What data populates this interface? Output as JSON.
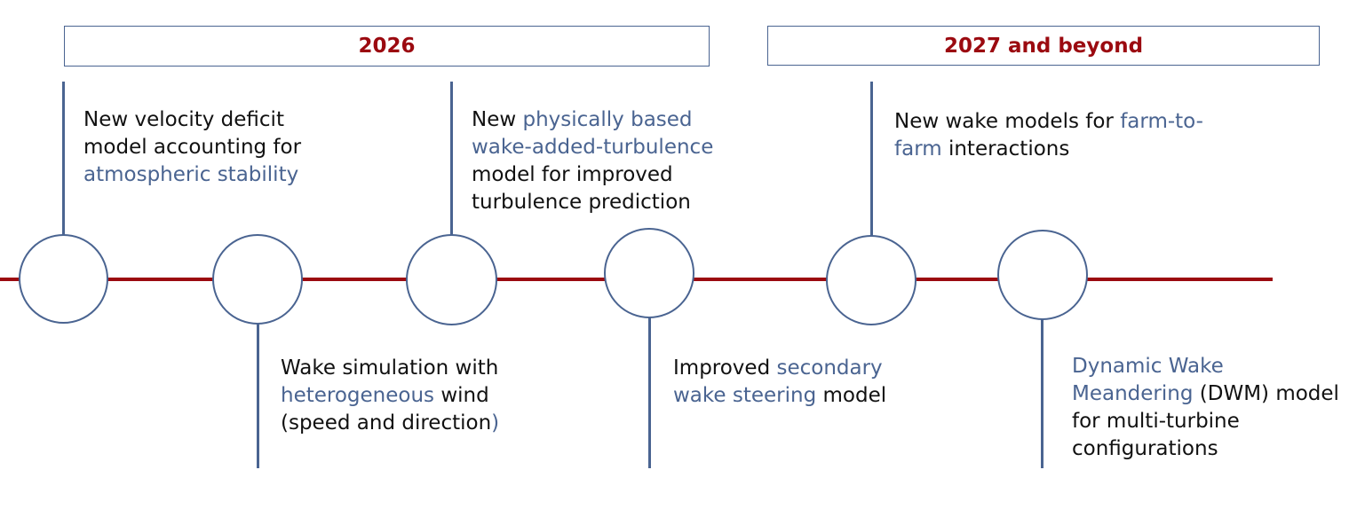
{
  "periods": [
    {
      "label": "2026"
    },
    {
      "label": "2027 and beyond"
    }
  ],
  "milestones": [
    {
      "lines": [
        [
          {
            "text": "New velocity deficit",
            "hl": false
          }
        ],
        [
          {
            "text": "model accounting for",
            "hl": false
          }
        ],
        [
          {
            "text": "atmospheric stability",
            "hl": true
          }
        ]
      ]
    },
    {
      "lines": [
        [
          {
            "text": "Wake simulation with",
            "hl": false
          }
        ],
        [
          {
            "text": "heterogeneous",
            "hl": true
          },
          {
            "text": " wind",
            "hl": false
          }
        ],
        [
          {
            "text": "(speed and direction",
            "hl": false
          },
          {
            "text": ")",
            "hl": true
          }
        ]
      ]
    },
    {
      "lines": [
        [
          {
            "text": "New ",
            "hl": false
          },
          {
            "text": "physically based",
            "hl": true
          }
        ],
        [
          {
            "text": "wake-added-turbulence",
            "hl": true
          }
        ],
        [
          {
            "text": "model for improved",
            "hl": false
          }
        ],
        [
          {
            "text": "turbulence prediction",
            "hl": false
          }
        ]
      ]
    },
    {
      "lines": [
        [
          {
            "text": "Improved ",
            "hl": false
          },
          {
            "text": "secondary",
            "hl": true
          }
        ],
        [
          {
            "text": "wake steering",
            "hl": true
          },
          {
            "text": " model",
            "hl": false
          }
        ]
      ]
    },
    {
      "lines": [
        [
          {
            "text": "New wake models for ",
            "hl": false
          },
          {
            "text": "farm-to-",
            "hl": true
          }
        ],
        [
          {
            "text": "farm",
            "hl": true
          },
          {
            "text": " interactions",
            "hl": false
          }
        ]
      ]
    },
    {
      "lines": [
        [
          {
            "text": "Dynamic Wake",
            "hl": true
          }
        ],
        [
          {
            "text": "Meandering",
            "hl": true
          },
          {
            "text": " (DWM) model",
            "hl": false
          }
        ],
        [
          {
            "text": "for multi-turbine",
            "hl": false
          }
        ],
        [
          {
            "text": "configurations",
            "hl": false
          }
        ]
      ]
    }
  ],
  "colors": {
    "accent": "#9b0a10",
    "line": "#4a6491",
    "text": "#111111"
  }
}
